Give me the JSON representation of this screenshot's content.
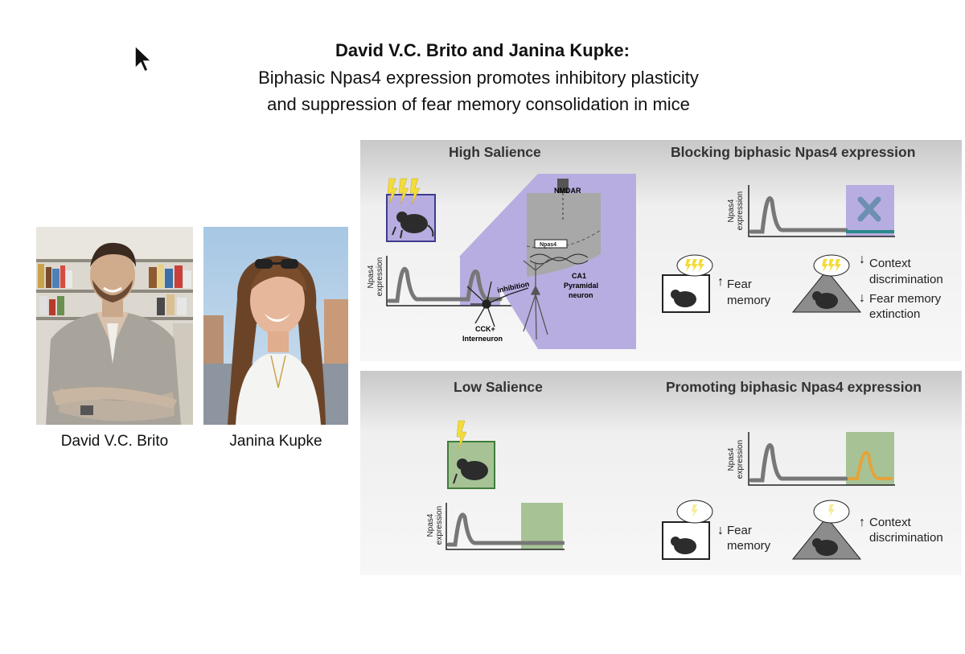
{
  "title": "David V.C. Brito and Janina Kupke:",
  "subtitle_line1": "Biphasic Npas4 expression promotes inhibitory plasticity",
  "subtitle_line2": "and suppression of fear memory consolidation in mice",
  "people": [
    {
      "name": "David V.C. Brito"
    },
    {
      "name": "Janina Kupke"
    }
  ],
  "panels": {
    "high_salience": "High Salience",
    "blocking": "Blocking biphasic Npas4 expression",
    "low_salience": "Low Salience",
    "promoting": "Promoting biphasic Npas4 expression"
  },
  "axis": {
    "npas4": "Npas4",
    "expression": "expression"
  },
  "mechanism": {
    "nmdar": "NMDAR",
    "npas4_box": "Npas4",
    "inhibition": "inhibition",
    "ca1": "CA1",
    "pyramidal": "Pyramidal",
    "neuron": "neuron",
    "cck": "CCK+",
    "interneuron": "Interneuron"
  },
  "blocking_outcomes": {
    "fear": "Fear",
    "memory": "memory",
    "context": "Context",
    "discrimination": "discrimination",
    "fear_memory": "Fear memory",
    "extinction": "extinction"
  },
  "promoting_outcomes": {
    "fear": "Fear",
    "memory": "memory",
    "context": "Context",
    "discrimination": "discrimination"
  },
  "colors": {
    "purple": "#b8ade0",
    "purple_border": "#3d3c8c",
    "green": "#a7c396",
    "green_border": "#3f7d3a",
    "teal": "#2b8a8a",
    "orange": "#e5a33b",
    "yellow": "#f2dc3a"
  }
}
